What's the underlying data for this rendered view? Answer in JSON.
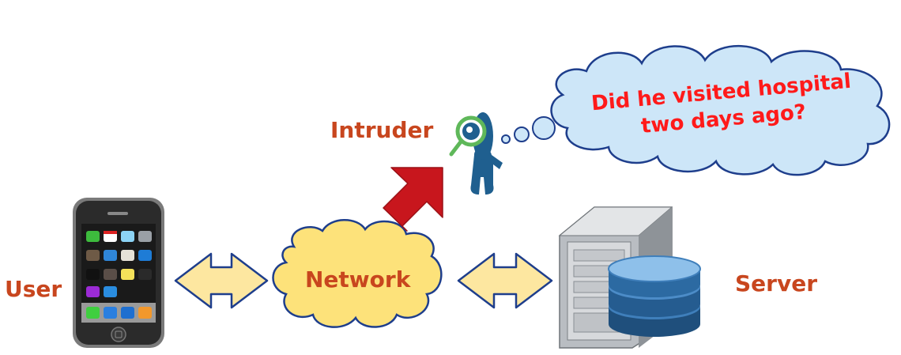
{
  "labels": {
    "user": "User",
    "network": "Network",
    "server": "Server",
    "intruder": "Intruder"
  },
  "thought_bubble": {
    "line1": "Did he visited hospital",
    "line2": "two days ago?"
  },
  "colors": {
    "label": "#c8461e",
    "bubble_text": "#ff1a1a",
    "bubble_fill": "#cde6f8",
    "network_fill": "#fde27a",
    "arrow_fill": "#fde7a0",
    "arrow_stroke": "#1e3e8c",
    "attack_arrow": "#c8161d",
    "intruder_body": "#1f5f8f",
    "magnifier": "#5fb85a"
  },
  "icons": {
    "user_device": "smartphone-icon",
    "server": "server-database-icon",
    "intruder": "intruder-figure-icon",
    "magnifier": "magnifier-icon"
  }
}
